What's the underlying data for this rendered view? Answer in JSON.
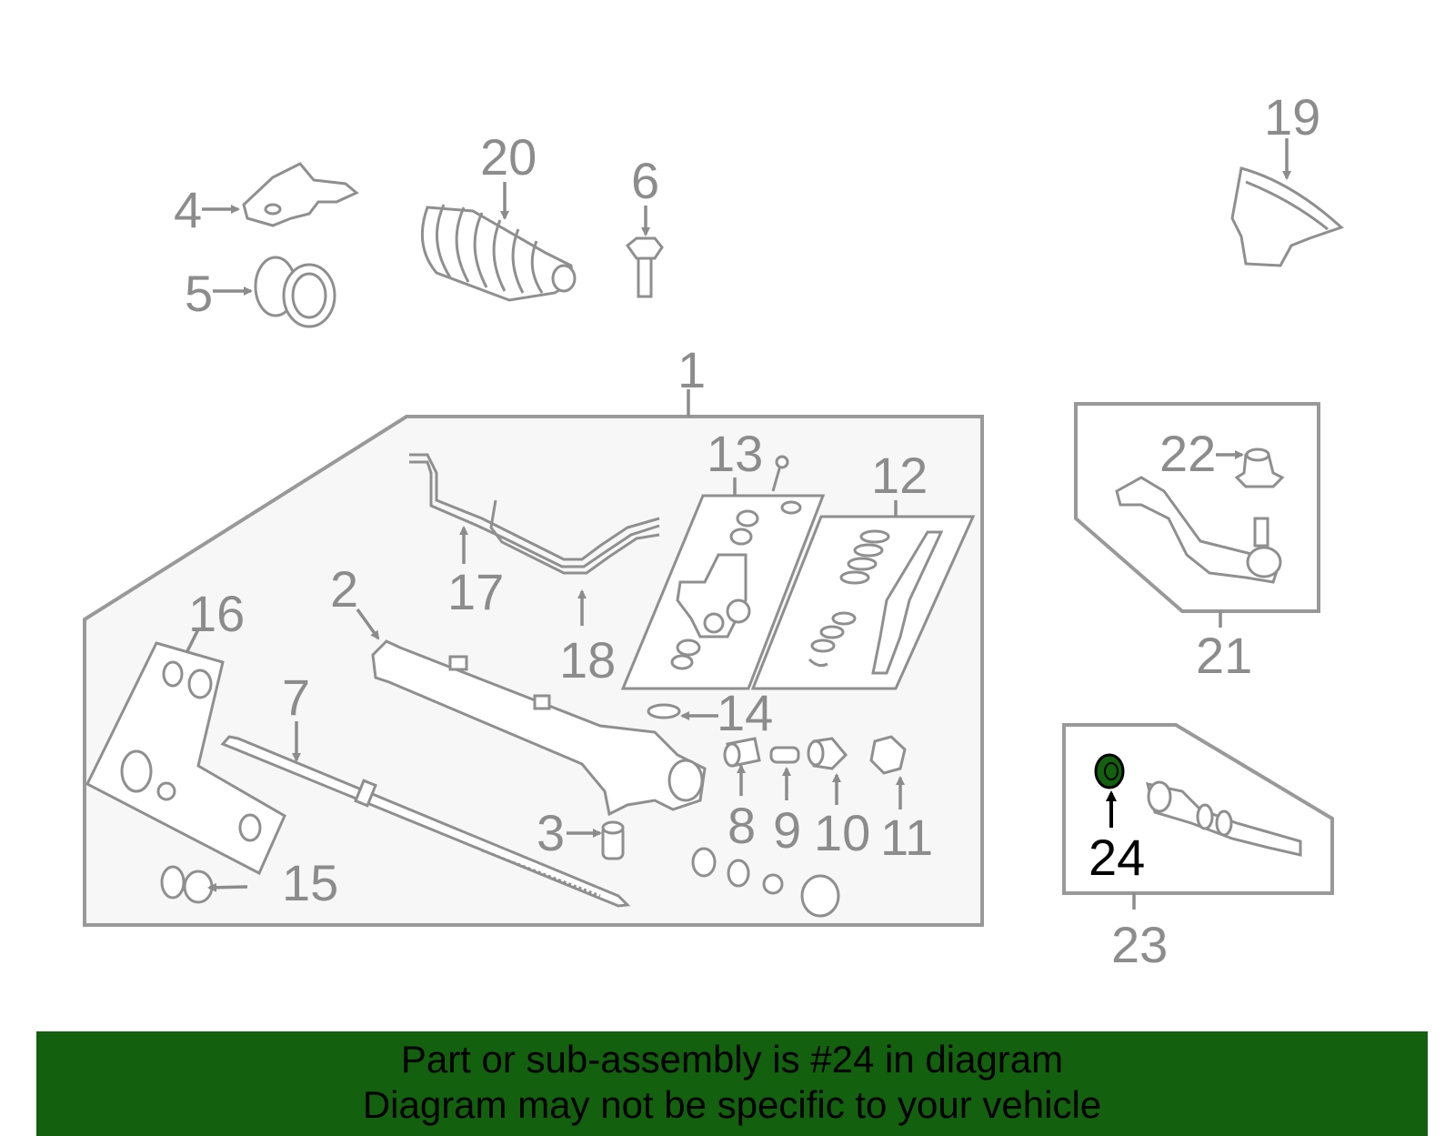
{
  "callouts": {
    "n1": "1",
    "n2": "2",
    "n3": "3",
    "n4": "4",
    "n5": "5",
    "n6": "6",
    "n7": "7",
    "n8": "8",
    "n9": "9",
    "n10": "10",
    "n11": "11",
    "n12": "12",
    "n13": "13",
    "n14": "14",
    "n15": "15",
    "n16": "16",
    "n17": "17",
    "n18": "18",
    "n19": "19",
    "n20": "20",
    "n21": "21",
    "n22": "22",
    "n23": "23",
    "n24": "24"
  },
  "highlight": {
    "part_number": "24",
    "color": "#13600e"
  },
  "banner": {
    "line1": "Part or sub-assembly is #24 in diagram",
    "line2": "Diagram may not be specific to your vehicle",
    "background": "#13600e"
  }
}
